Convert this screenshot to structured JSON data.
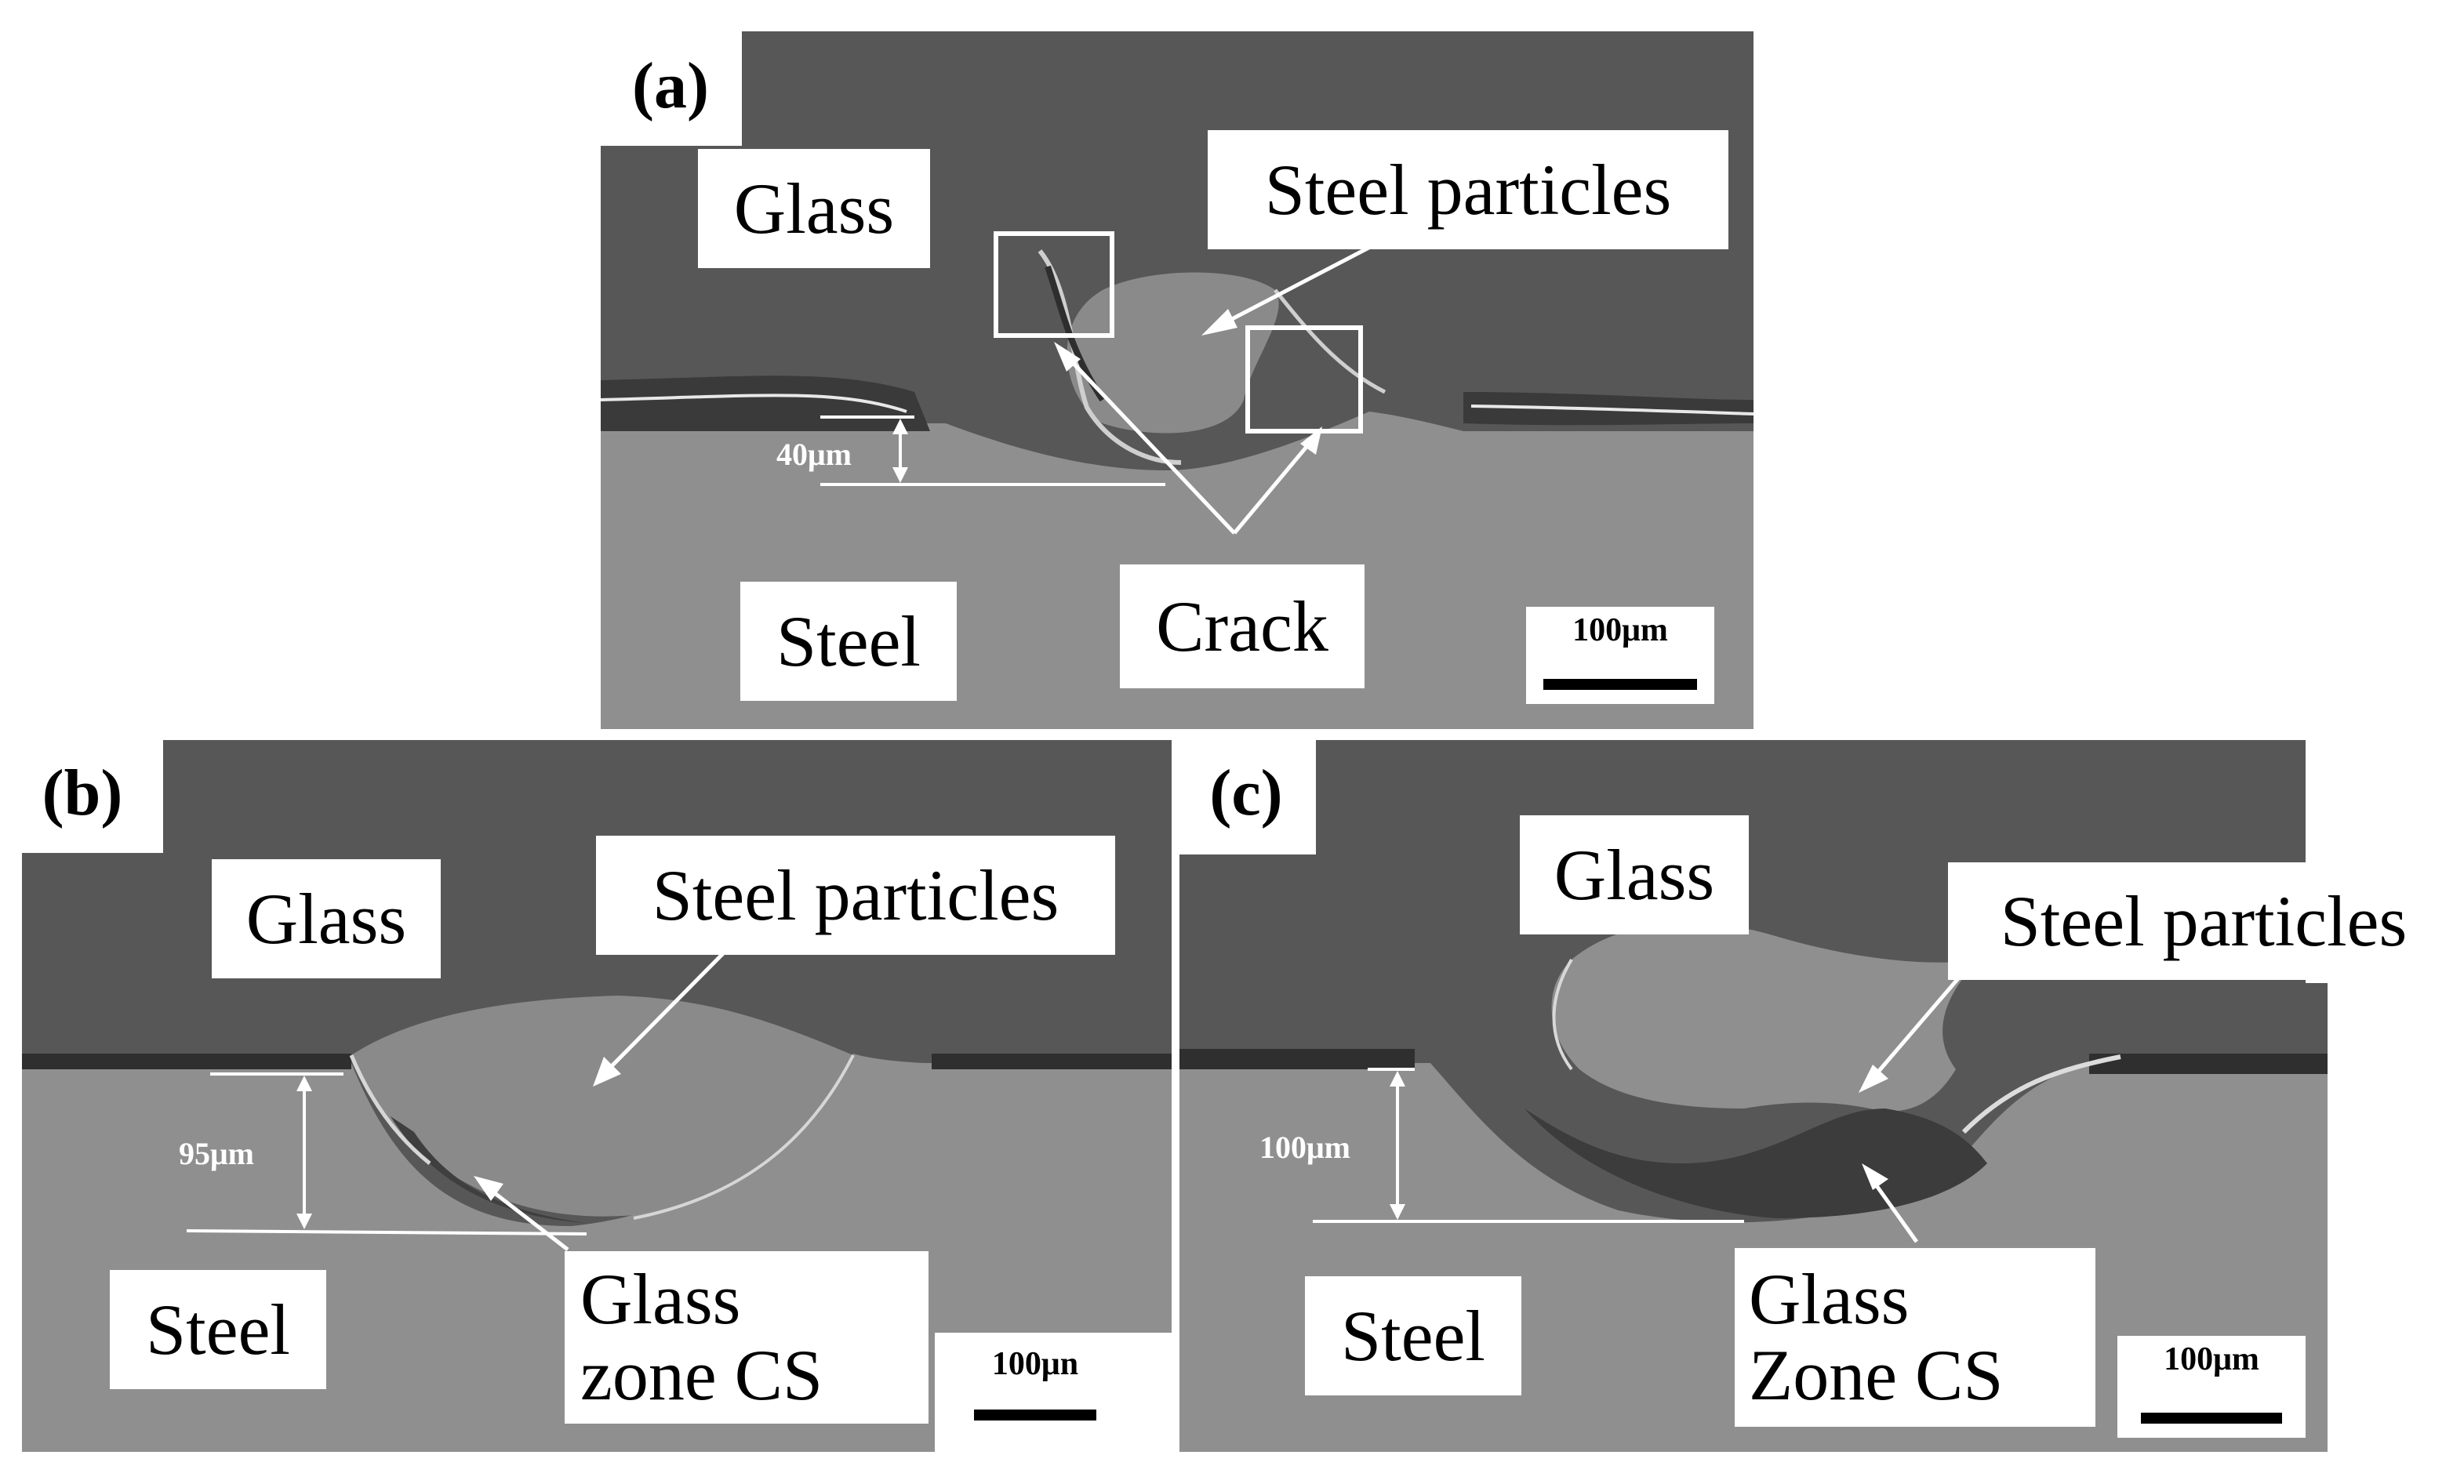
{
  "panels": {
    "a": {
      "tag": "(a)",
      "label_glass": "Glass",
      "label_steel": "Steel",
      "label_particles": "Steel particles",
      "label_crack": "Crack",
      "dimension": "40μm",
      "scale": "100μm"
    },
    "b": {
      "tag": "(b)",
      "label_glass": "Glass",
      "label_steel": "Steel",
      "label_particles": "Steel particles",
      "label_zone": "Glass\nzone CS",
      "dimension": "95μm",
      "scale": "100μn"
    },
    "c": {
      "tag": "(c)",
      "label_glass": "Glass",
      "label_steel": "Steel",
      "label_particles": "Steel particles",
      "label_zone": "Glass\nZone CS",
      "dimension": "100μm",
      "scale": "100μm"
    }
  },
  "colors": {
    "glass": "#555555",
    "steel": "#8f8f8f",
    "particle": "#8a8a8a",
    "background": "#ffffff"
  }
}
